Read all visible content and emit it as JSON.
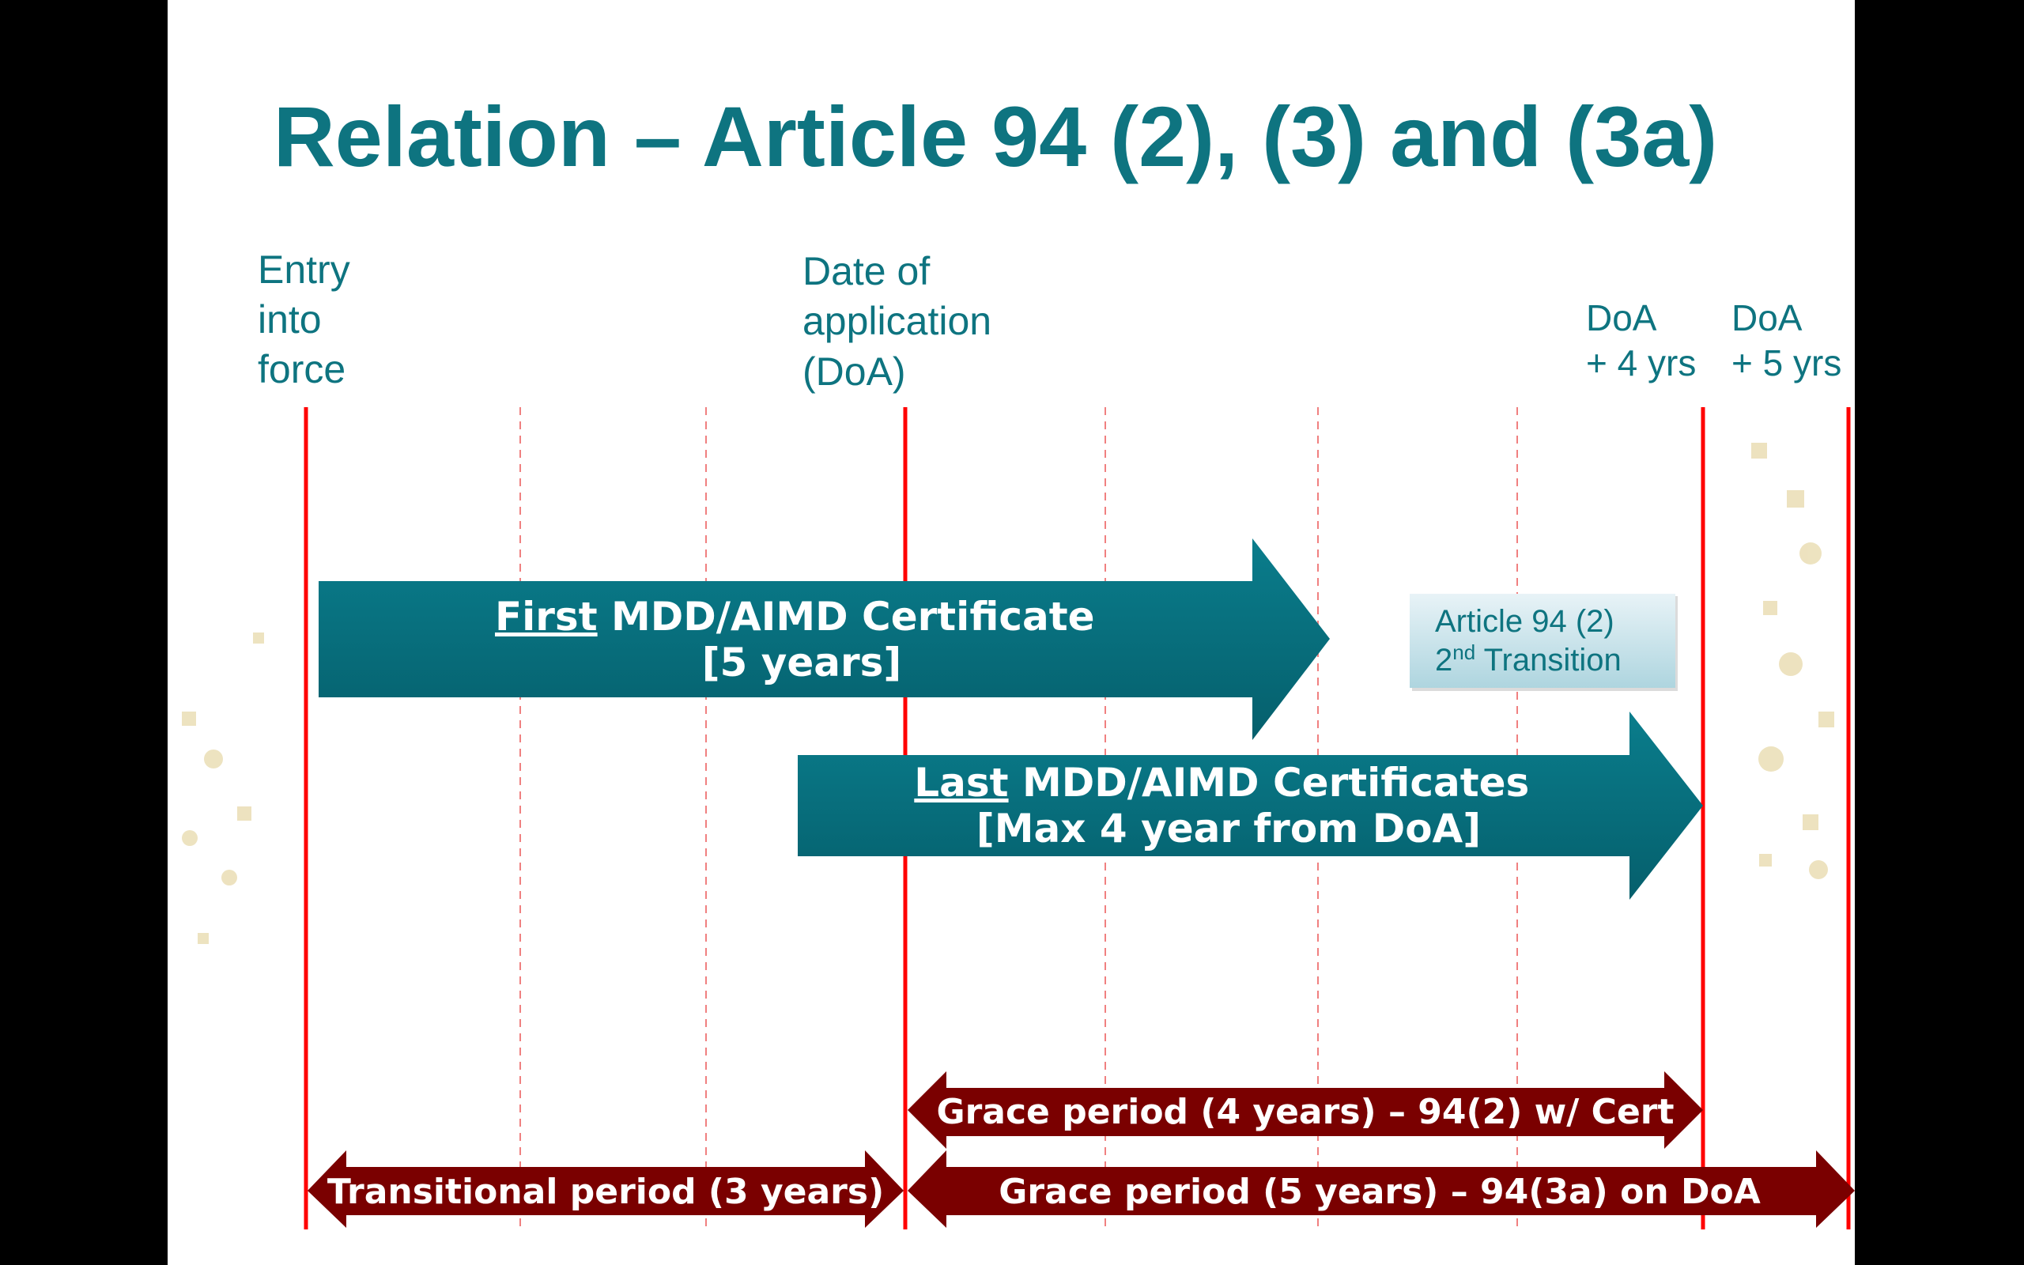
{
  "title": "Relation – Article 94 (2), (3) and (3a)",
  "colors": {
    "teal": "#0e7480",
    "dark_red": "#7a0000",
    "red_line": "#ff0000",
    "box": "#cfe6ee"
  },
  "milestones": {
    "entry": [
      "Entry",
      "into",
      "force"
    ],
    "doa": [
      "Date of",
      "application",
      "(DoA)"
    ],
    "doa4": [
      "DoA",
      "+ 4 yrs"
    ],
    "doa5": [
      "DoA",
      "+ 5 yrs"
    ]
  },
  "arrows": {
    "first": {
      "underlined": "First",
      "rest": " MDD/AIMD Certificate",
      "line2": "[5 years]"
    },
    "last": {
      "underlined": "Last",
      "rest": " MDD/AIMD Certificates",
      "line2": "[Max 4 year from DoA]"
    }
  },
  "callout": {
    "line1": "Article 94 (2)",
    "line2_num": "2",
    "line2_sup": "nd",
    "line2_rest": " Transition"
  },
  "periods": {
    "grace4": "Grace period (4 years) – 94(2) w/ Cert",
    "grace5": "Grace period (5 years) – 94(3a) on DoA",
    "transitional": "Transitional period (3 years)"
  }
}
